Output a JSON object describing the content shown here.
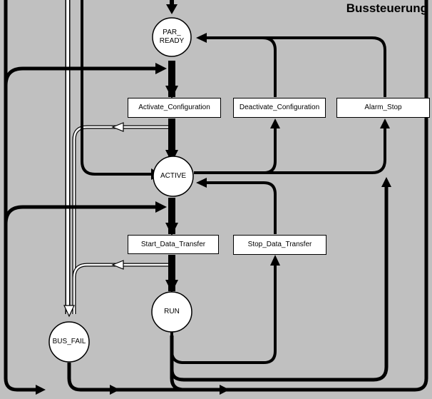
{
  "title": "Bussteuerung",
  "states": {
    "par_ready": "PAR_\nREADY",
    "active": "ACTIVE",
    "run": "RUN",
    "bus_fail": "BUS_FAIL"
  },
  "transitions": {
    "activate_configuration": "Activate_Configuration",
    "deactivate_configuration": "Deactivate_Configuration",
    "alarm_stop": "Alarm_Stop",
    "start_data_transfer": "Start_Data_Transfer",
    "stop_data_transfer": "Stop_Data_Transfer"
  }
}
